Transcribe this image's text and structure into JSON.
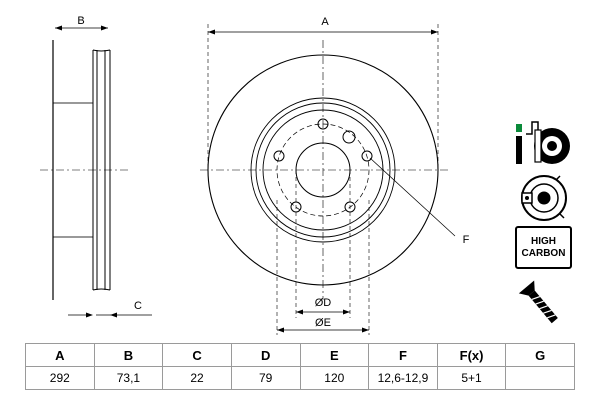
{
  "dimension_labels": {
    "a": "A",
    "b": "B",
    "c": "C",
    "f": "F",
    "d": "ØD",
    "e": "ØE"
  },
  "badge": {
    "line1": "HIGH",
    "line2": "CARBON"
  },
  "icons": [
    "brake-disc-pad-icon",
    "disc-cross-section-icon",
    "high-carbon-badge",
    "countersunk-screw-icon"
  ],
  "table": {
    "headers": [
      "A",
      "B",
      "C",
      "D",
      "E",
      "F",
      "F(x)",
      "G"
    ],
    "values": [
      "292",
      "73,1",
      "22",
      "79",
      "120",
      "12,6-12,9",
      "5+1",
      ""
    ]
  }
}
